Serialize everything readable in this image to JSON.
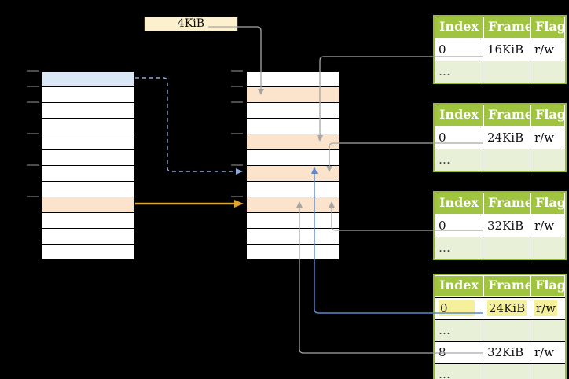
{
  "colors": {
    "background": "#000000",
    "box_fill": "#FCF0CE",
    "blue_row": "#DAE7F6",
    "orange_row": "#FCE4CC",
    "table_header_green": "#A0C43F",
    "table_border_green": "#97BA35",
    "ellipsis_row": "#E8F0D8",
    "highlight_yellow": "#F6F09B",
    "line_gray": "#A6A6A6",
    "line_blue": "#5E87C9",
    "dashed_blue": "#8FAADC",
    "arrow_gold": "#DFA22A",
    "tick_gray": "#7F7F7F"
  },
  "label_box": {
    "text": "4KiB"
  },
  "virtual_memory": {
    "name": "virtual-memory",
    "row_count": 12,
    "highlights": {
      "0": "blue",
      "8": "orange"
    }
  },
  "physical_memory": {
    "name": "physical-memory",
    "row_count": 12,
    "highlights": {
      "1": "orange",
      "4": "orange",
      "6": "orange",
      "8": "orange"
    }
  },
  "tables": [
    {
      "columns": [
        "Index",
        "Frame",
        "Flags"
      ],
      "rows": [
        {
          "cells": [
            "0",
            "16KiB",
            "r/w"
          ]
        },
        {
          "cells": [
            "…",
            "",
            ""
          ],
          "ellipsis": true
        }
      ]
    },
    {
      "columns": [
        "Index",
        "Frame",
        "Flags"
      ],
      "rows": [
        {
          "cells": [
            "0",
            "24KiB",
            "r/w"
          ]
        },
        {
          "cells": [
            "…",
            "",
            ""
          ],
          "ellipsis": true
        }
      ]
    },
    {
      "columns": [
        "Index",
        "Frame",
        "Flags"
      ],
      "rows": [
        {
          "cells": [
            "0",
            "32KiB",
            "r/w"
          ]
        },
        {
          "cells": [
            "…",
            "",
            ""
          ],
          "ellipsis": true
        }
      ]
    },
    {
      "columns": [
        "Index",
        "Frame",
        "Flags"
      ],
      "rows": [
        {
          "cells": [
            "0",
            "24KiB",
            "r/w"
          ],
          "highlight": true
        },
        {
          "cells": [
            "…",
            "",
            ""
          ],
          "ellipsis": true
        },
        {
          "cells": [
            "8",
            "32KiB",
            "r/w"
          ]
        },
        {
          "cells": [
            "…",
            "",
            ""
          ],
          "ellipsis": true
        }
      ]
    }
  ]
}
